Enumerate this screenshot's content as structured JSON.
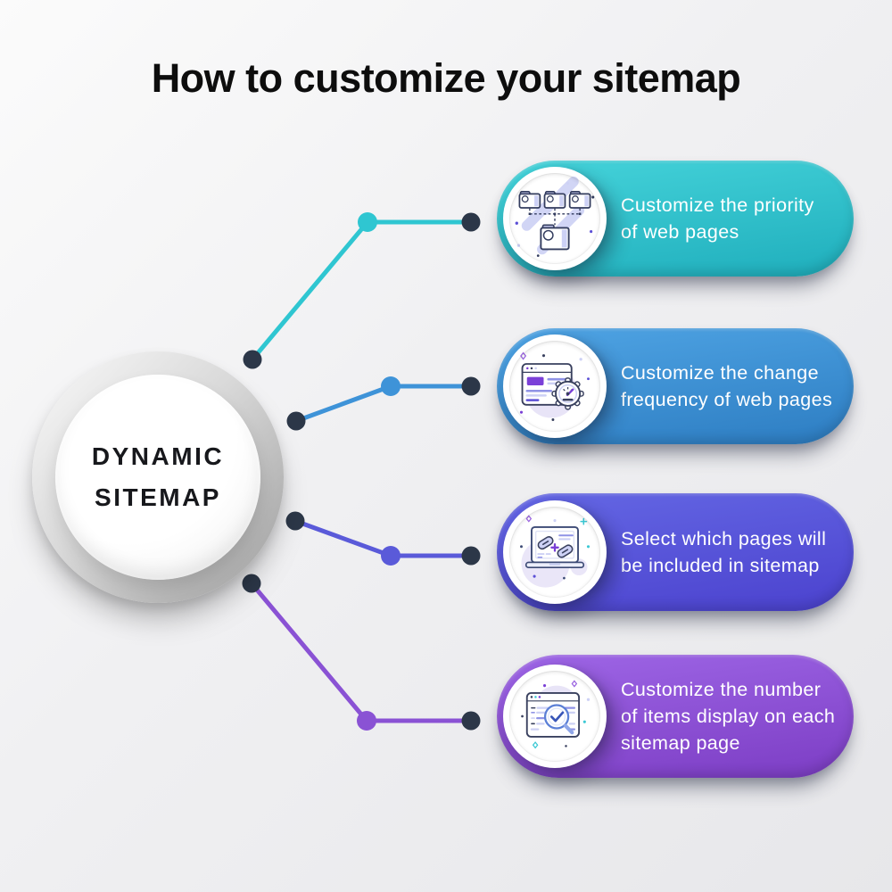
{
  "title": "How to customize your sitemap",
  "hub": {
    "line1": "DYNAMIC",
    "line2": "SITEMAP"
  },
  "steps": [
    {
      "label": "Customize the priority\nof web pages",
      "accent": "#2fc6d1",
      "grad_top": "#45d3da",
      "grad_bottom": "#1faebc",
      "icon": "sitemap-folders-icon"
    },
    {
      "label": "Customize the change\nfrequency of web pages",
      "accent": "#3e93d8",
      "grad_top": "#4fa4e4",
      "grad_bottom": "#2d7dc2",
      "icon": "browser-change-frequency-gauge-icon"
    },
    {
      "label": "Select which pages will\nbe included in sitemap",
      "accent": "#5a5ad9",
      "grad_top": "#6467e4",
      "grad_bottom": "#4b42ce",
      "icon": "laptop-page-links-icon"
    },
    {
      "label": "Customize the number\nof items display on each\nsitemap page",
      "accent": "#8a52d4",
      "grad_top": "#9e66e6",
      "grad_bottom": "#7c3dc4",
      "icon": "browser-search-check-icon"
    }
  ],
  "palette": {
    "node_dot": "#2c3748",
    "title_text": "#0d0d0d",
    "hub_text": "#17181c",
    "card_text": "#ffffff",
    "background": "#ececee"
  }
}
